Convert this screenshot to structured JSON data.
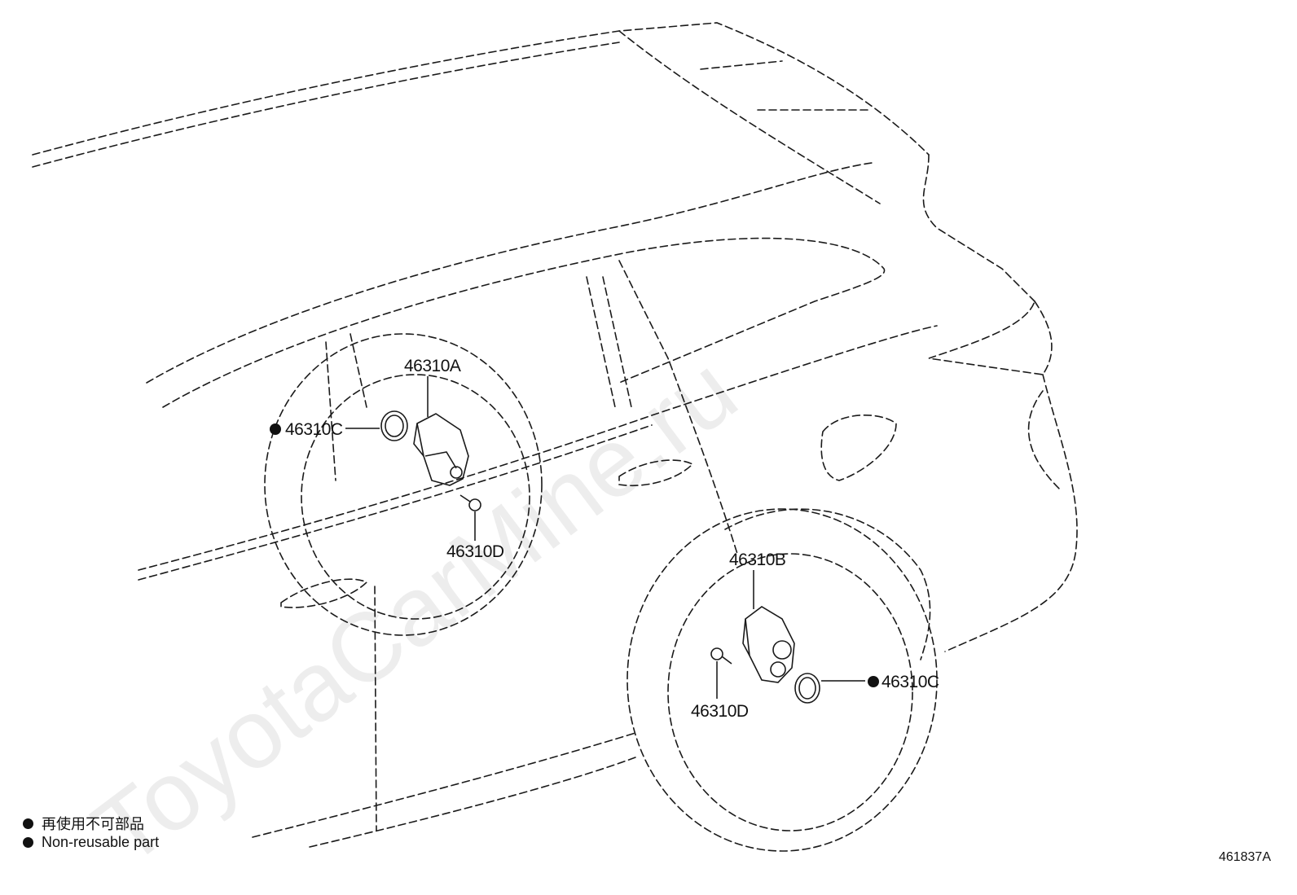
{
  "parts": {
    "a": {
      "number": "46310A",
      "non_reusable": false
    },
    "b": {
      "number": "46310B",
      "non_reusable": false
    },
    "c_upper": {
      "number": "46310C",
      "non_reusable": true
    },
    "c_lower": {
      "number": "46310C",
      "non_reusable": true
    },
    "d_upper": {
      "number": "46310D",
      "non_reusable": false
    },
    "d_lower": {
      "number": "46310D",
      "non_reusable": false
    }
  },
  "legend": {
    "jp": "再使用不可部品",
    "en": "Non-reusable part"
  },
  "diagram_code": "461837A",
  "watermark": "ToyotaCarMine.ru",
  "colors": {
    "line": "#1a1a1a",
    "text": "#111111"
  },
  "icons": {
    "non_reusable_marker": "filled-circle"
  }
}
